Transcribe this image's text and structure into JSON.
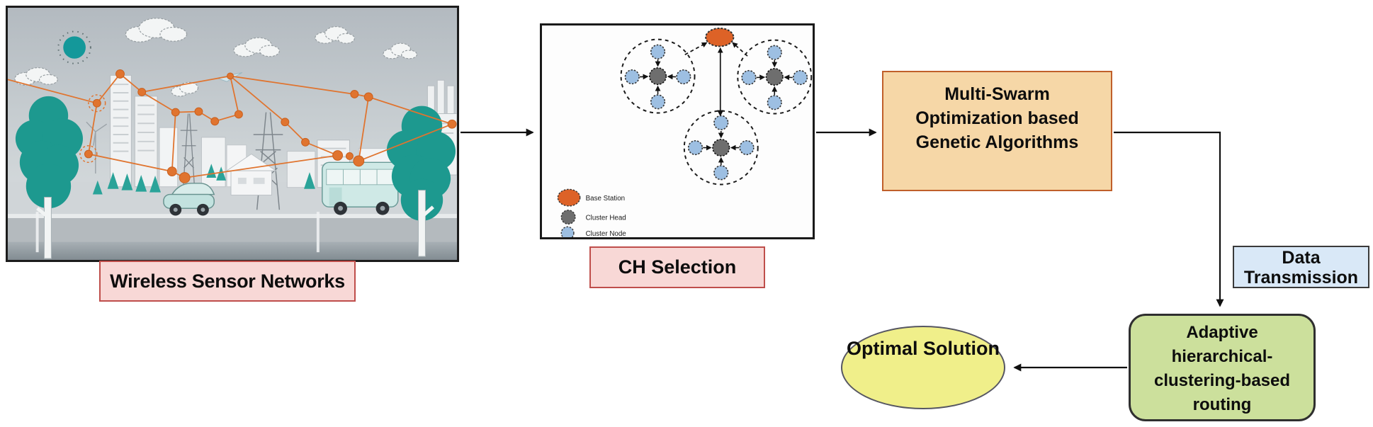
{
  "flow": {
    "wsn_label": "Wireless Sensor Networks",
    "ch_label": "CH Selection",
    "multi_swarm_lines": [
      "Multi-Swarm",
      "Optimization based",
      "Genetic Algorithms"
    ],
    "data_transmission_lines": [
      "Data",
      "Transmission"
    ],
    "routing_lines": [
      "Adaptive",
      "hierarchical-",
      "clustering-based",
      "routing"
    ],
    "optimal_label": "Optimal Solution",
    "legend": [
      {
        "label": "Base Station",
        "color": "#dd6227"
      },
      {
        "label": "Cluster Head",
        "color": "#6e6e6e"
      },
      {
        "label": "Cluster Node",
        "color": "#9dbfe2"
      }
    ],
    "colors": {
      "label_pink_fill": "#f8d8d6",
      "label_pink_border": "#bf4e4b",
      "multi_swarm_fill": "#f6d7a7",
      "multi_swarm_border": "#c05f2a",
      "data_transmission_fill": "#d9e8f7",
      "routing_fill": "#cce09c",
      "optimal_fill": "#f0ef8a",
      "network_orange": "#e0742f",
      "illustration_teal": "#1d998f"
    }
  }
}
